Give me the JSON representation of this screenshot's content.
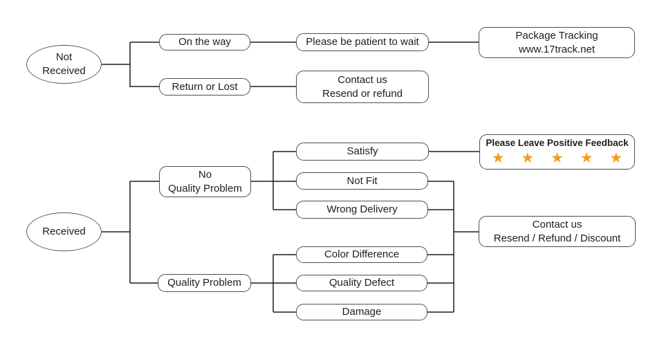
{
  "diagram": {
    "type": "flowchart",
    "topic": "After-sale service decision flow",
    "star_color": "#F49D1A",
    "line_color": "#1c1c1c",
    "nodes": {
      "not_received": {
        "label": "Not\nReceived",
        "shape": "ellipse"
      },
      "on_the_way": {
        "label": "On the way",
        "shape": "rounded-rect"
      },
      "return_or_lost": {
        "label": "Return or Lost",
        "shape": "rounded-rect"
      },
      "please_be_patient": {
        "label": "Please be patient to wait",
        "shape": "rounded-rect"
      },
      "package_tracking": {
        "label": "Package Tracking\nwww.17track.net",
        "shape": "rounded-rect"
      },
      "contact_resend_refund": {
        "label": "Contact us\nResend or refund",
        "shape": "rounded-rect"
      },
      "received": {
        "label": "Received",
        "shape": "ellipse"
      },
      "no_quality_problem": {
        "label": "No\nQuality Problem",
        "shape": "rounded-rect"
      },
      "quality_problem": {
        "label": "Quality Problem",
        "shape": "rounded-rect"
      },
      "satisfy": {
        "label": "Satisfy",
        "shape": "rounded-rect"
      },
      "not_fit": {
        "label": "Not Fit",
        "shape": "rounded-rect"
      },
      "wrong_delivery": {
        "label": "Wrong Delivery",
        "shape": "rounded-rect"
      },
      "color_difference": {
        "label": "Color Difference",
        "shape": "rounded-rect"
      },
      "quality_defect": {
        "label": "Quality Defect",
        "shape": "rounded-rect"
      },
      "damage": {
        "label": "Damage",
        "shape": "rounded-rect"
      },
      "positive_feedback": {
        "label": "Please Leave Positive Feedback",
        "stars": "★ ★ ★ ★ ★",
        "star_count": 5,
        "shape": "rounded-rect"
      },
      "contact_resend_refund_discount": {
        "label": "Contact us\nResend / Refund / Discount",
        "shape": "rounded-rect"
      }
    },
    "edges": [
      {
        "from": "not_received",
        "to": "on_the_way"
      },
      {
        "from": "not_received",
        "to": "return_or_lost"
      },
      {
        "from": "on_the_way",
        "to": "please_be_patient"
      },
      {
        "from": "please_be_patient",
        "to": "package_tracking"
      },
      {
        "from": "return_or_lost",
        "to": "contact_resend_refund"
      },
      {
        "from": "received",
        "to": "no_quality_problem"
      },
      {
        "from": "received",
        "to": "quality_problem"
      },
      {
        "from": "no_quality_problem",
        "to": "satisfy"
      },
      {
        "from": "no_quality_problem",
        "to": "not_fit"
      },
      {
        "from": "no_quality_problem",
        "to": "wrong_delivery"
      },
      {
        "from": "quality_problem",
        "to": "color_difference"
      },
      {
        "from": "quality_problem",
        "to": "quality_defect"
      },
      {
        "from": "quality_problem",
        "to": "damage"
      },
      {
        "from": "satisfy",
        "to": "positive_feedback"
      },
      {
        "from": "not_fit",
        "to": "contact_resend_refund_discount"
      },
      {
        "from": "wrong_delivery",
        "to": "contact_resend_refund_discount"
      },
      {
        "from": "color_difference",
        "to": "contact_resend_refund_discount"
      },
      {
        "from": "quality_defect",
        "to": "contact_resend_refund_discount"
      },
      {
        "from": "damage",
        "to": "contact_resend_refund_discount"
      }
    ]
  }
}
